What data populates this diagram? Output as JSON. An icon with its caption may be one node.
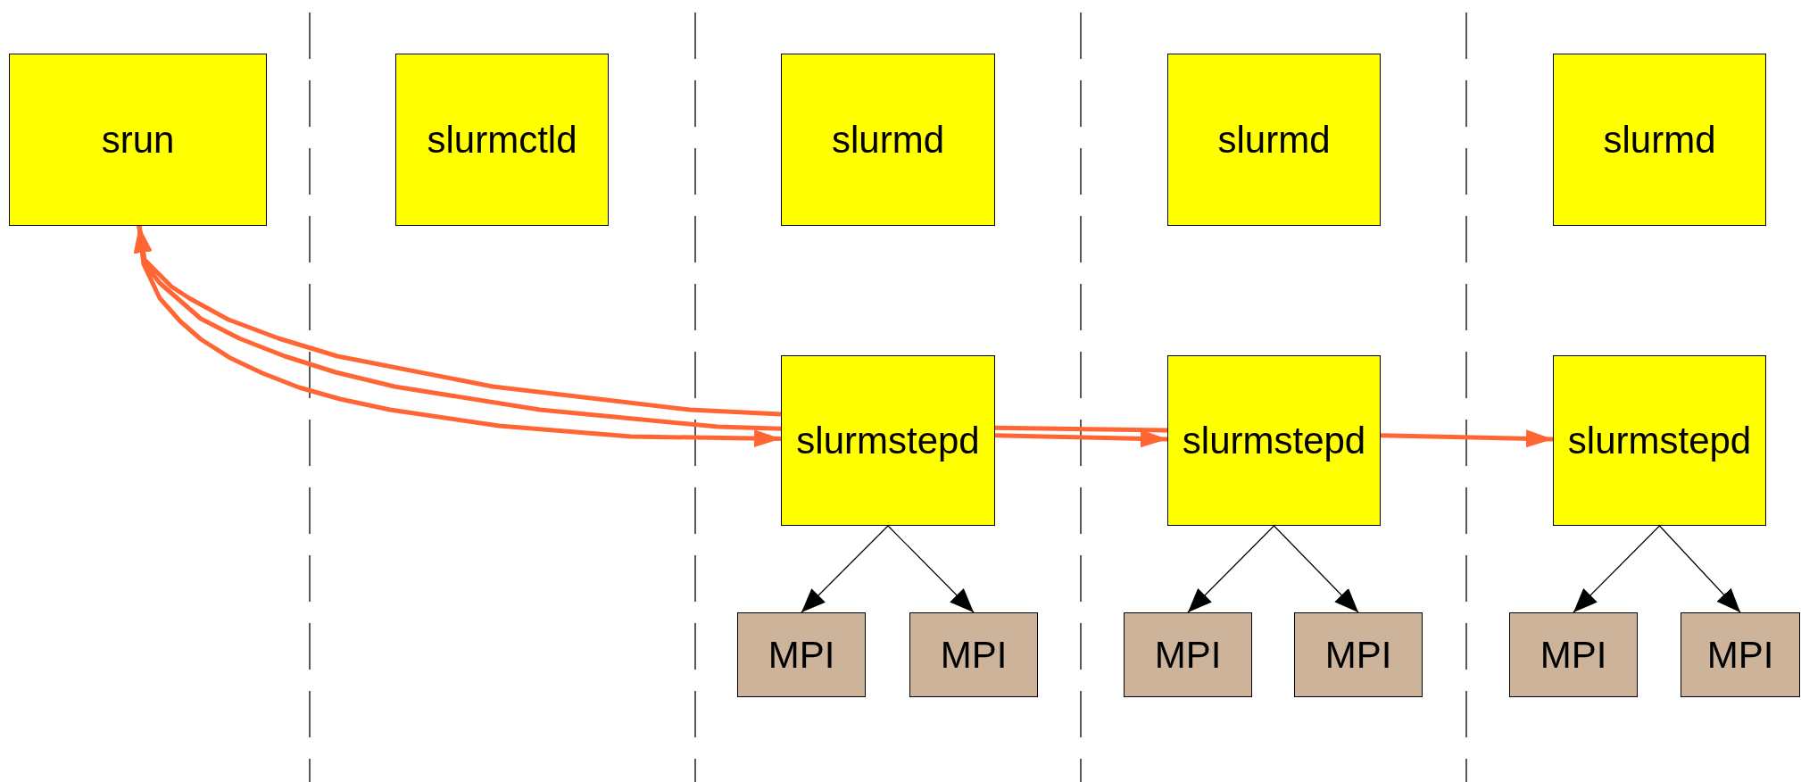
{
  "diagram": {
    "nodes": [
      {
        "text": [
          "srun"
        ]
      },
      {
        "text": [
          "slurmctld"
        ]
      },
      {
        "text": [
          "slurmd"
        ]
      },
      {
        "text": [
          "slurmd"
        ]
      },
      {
        "text": [
          "slurmd"
        ]
      },
      {
        "text": [
          "slurmstepd"
        ]
      },
      {
        "text": [
          "slurmstepd"
        ]
      },
      {
        "text": [
          "slurmstepd"
        ]
      },
      {
        "text": [
          "MPI"
        ]
      },
      {
        "text": [
          "MPI"
        ]
      },
      {
        "text": [
          "MPI"
        ]
      },
      {
        "text": [
          "MPI"
        ]
      },
      {
        "text": [
          "MPI"
        ]
      },
      {
        "text": [
          "MPI"
        ]
      }
    ],
    "edges": [
      {
        "from": 0,
        "to": 5,
        "arrow": "to",
        "style": "thick",
        "color": "#ff6633"
      },
      {
        "from": 5,
        "to": 0,
        "arrow": "to",
        "style": "thick",
        "color": "#ff6633"
      },
      {
        "from": 5,
        "to": 0,
        "arrow": "to",
        "style": "thick",
        "color": "#ff6633"
      },
      {
        "from": 6,
        "to": 5,
        "arrow": "none",
        "style": "thick",
        "color": "#ff6633"
      },
      {
        "from": 5,
        "to": 6,
        "arrow": "to",
        "style": "thick",
        "color": "#ff6633"
      },
      {
        "from": 6,
        "to": 7,
        "arrow": "to",
        "style": "thick",
        "color": "#ff6633"
      },
      {
        "from": 5,
        "to": 8,
        "arrow": "to",
        "color": "#000000"
      },
      {
        "from": 5,
        "to": 9,
        "arrow": "to",
        "color": "#000000"
      },
      {
        "from": 6,
        "to": 10,
        "arrow": "to",
        "color": "#000000"
      },
      {
        "from": 6,
        "to": 11,
        "arrow": "to",
        "color": "#000000"
      },
      {
        "from": 7,
        "to": 12,
        "arrow": "to",
        "color": "#000000"
      },
      {
        "from": 7,
        "to": 13,
        "arrow": "to",
        "color": "#000000"
      }
    ]
  }
}
